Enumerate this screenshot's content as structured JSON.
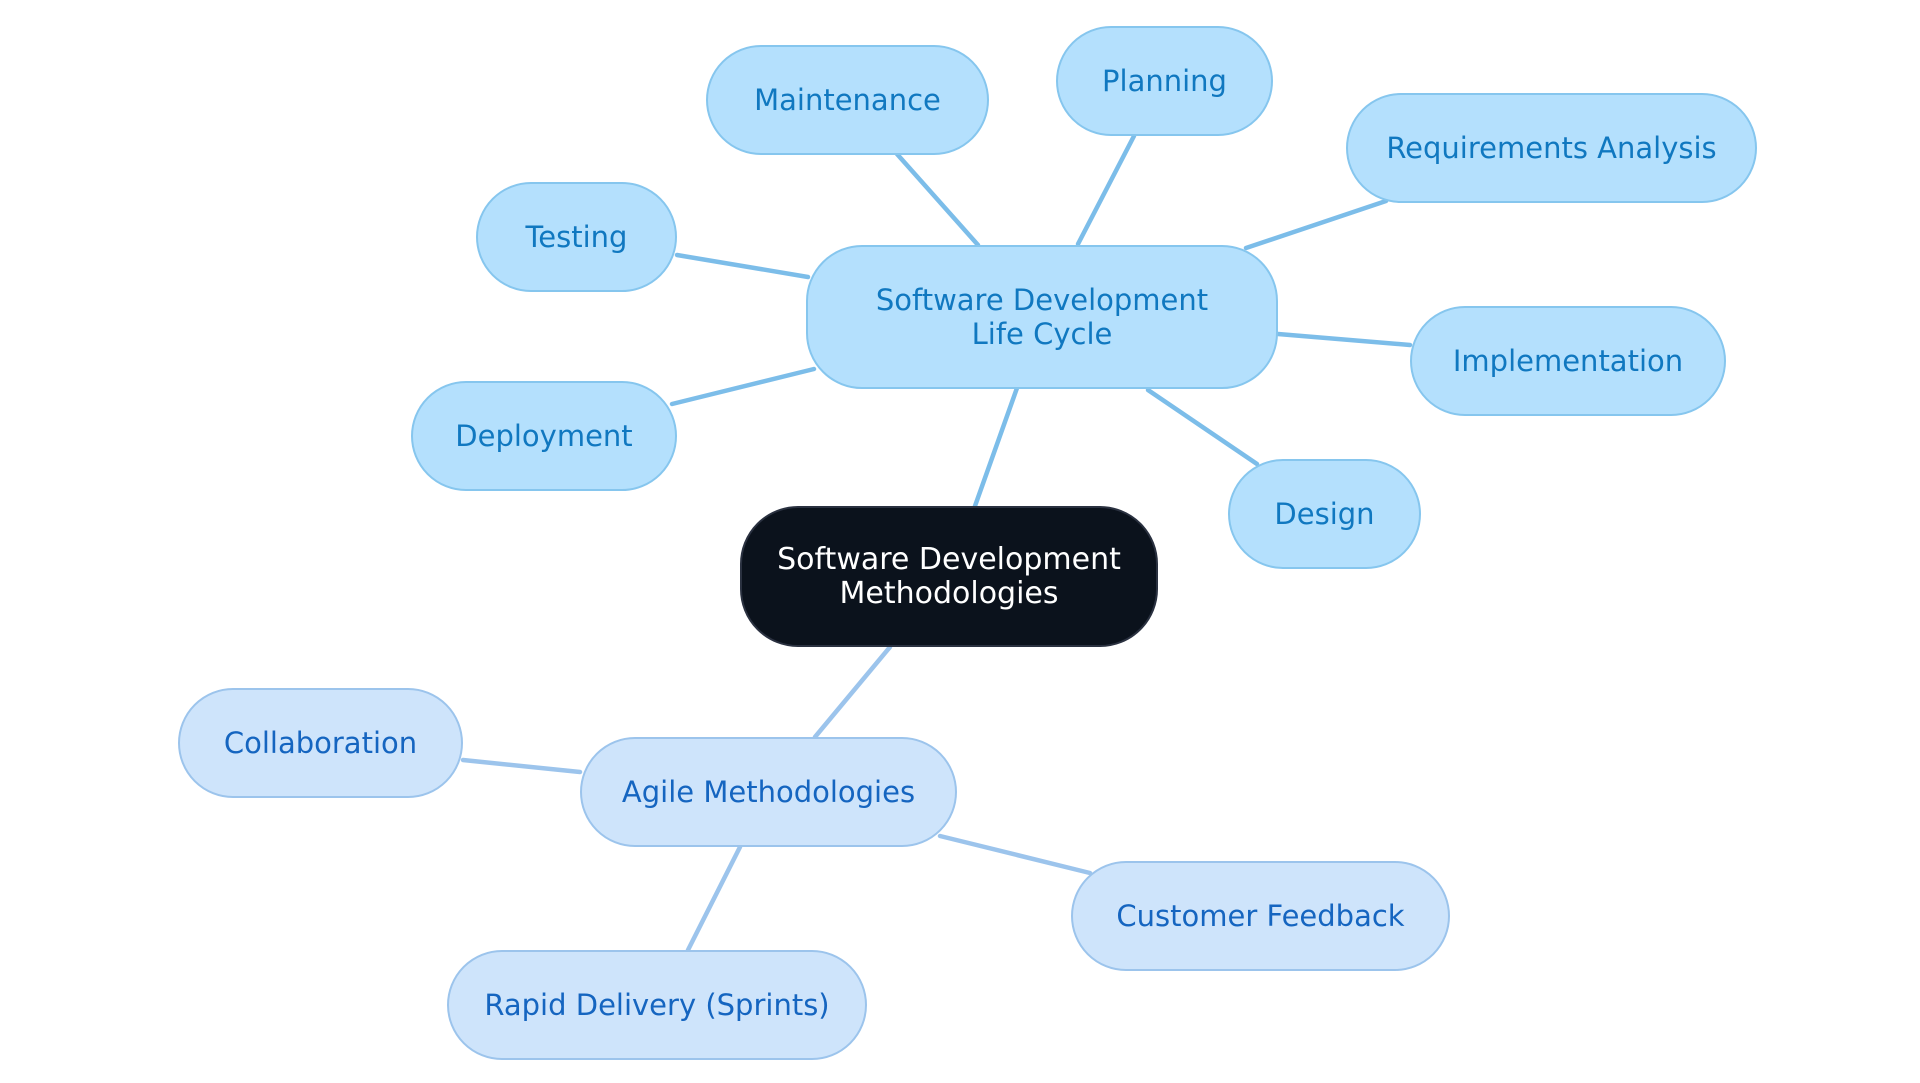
{
  "colors": {
    "root_fill": "#0b121c",
    "root_text": "#ffffff",
    "sdlc_fill": "#b4e0fd",
    "sdlc_text": "#1078c0",
    "sdlc_line": "#7cbde9",
    "agile_fill": "#cee4fb",
    "agile_text": "#1565c0",
    "agile_line": "#9cc4ec"
  },
  "root": {
    "label": "Software Development Methodologies"
  },
  "branches": {
    "sdlc": {
      "label": "Software Development Life Cycle",
      "children": [
        {
          "label": "Planning"
        },
        {
          "label": "Requirements Analysis"
        },
        {
          "label": "Implementation"
        },
        {
          "label": "Design"
        },
        {
          "label": "Deployment"
        },
        {
          "label": "Testing"
        },
        {
          "label": "Maintenance"
        }
      ]
    },
    "agile": {
      "label": "Agile Methodologies",
      "children": [
        {
          "label": "Collaboration"
        },
        {
          "label": "Customer Feedback"
        },
        {
          "label": "Rapid Delivery (Sprints)"
        }
      ]
    }
  }
}
